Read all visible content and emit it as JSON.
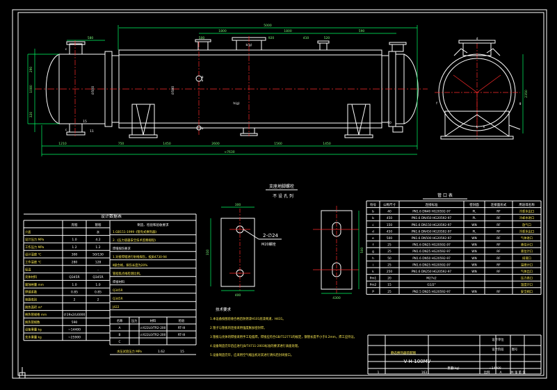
{
  "colors": {
    "background": "#000000",
    "outline": "#ffffff",
    "dimension": "#00ff66",
    "center_line": "#ff2a2a",
    "note_text": "#ffee55"
  },
  "front_view": {
    "dims_top": [
      "5000",
      "1800",
      "1800",
      "580",
      "590",
      "520",
      "920",
      "410",
      "500"
    ],
    "dims_bottom": [
      "1210",
      "750",
      "1450",
      "2600",
      "1560",
      "1450",
      "≈7630"
    ],
    "dims_left": [
      "290",
      "1080",
      "320"
    ],
    "labels_inside": [
      "∅500",
      "∅580",
      "k(g)",
      "g",
      "h(g)",
      "a",
      "b"
    ],
    "end_labels": [
      "c",
      "c",
      "10",
      "11",
      "15"
    ]
  },
  "side_view": {
    "height_dim": "2350",
    "labels": [
      "d",
      "k",
      "h",
      "f",
      "g"
    ]
  },
  "saddle_detail": {
    "title": "支座地脚螺栓",
    "subtitle": "不 设 孔 列",
    "callout_line1": "2-∅24",
    "callout_line2": "M20螺栓",
    "dims": [
      "300",
      "310",
      "400",
      "4300",
      "500"
    ]
  },
  "nozzle_table": {
    "title": "管 口 表",
    "headers": [
      "符号",
      "公称尺寸",
      "连接标准",
      "密封面",
      "连接面形式",
      "用途或名称"
    ],
    "rows": [
      [
        "b",
        "40",
        "PN1.6 DN40 HG20592-97",
        "PL",
        "RF",
        "冷却水出口"
      ],
      [
        "b",
        "450",
        "PN1.6 DN450 HG20592-97",
        "PL",
        "RF",
        "冷却水进口"
      ],
      [
        "c",
        "150",
        "PN1.6 DN150 HG20592-97",
        "WN",
        "RF",
        "放气口"
      ],
      [
        "d",
        "450",
        "PN1.6 DN450 HG20592-97",
        "PL",
        "RF",
        "冷却水出口"
      ],
      [
        "e",
        "500",
        "PN1.6 DN500 HG20592-97",
        "WN",
        "RF",
        "气体进口"
      ],
      [
        "f",
        "25",
        "PN1.6 DN25 HG20592-97",
        "WN",
        "RF",
        "液位计口"
      ],
      [
        "g",
        "25",
        "PN1.6 DN25 HG20592-97",
        "WN",
        "RF",
        "液位计口"
      ],
      [
        "h",
        "50",
        "PN1.6 DN50 HG20592-97",
        "WN",
        "RF",
        "排液口"
      ],
      [
        "i",
        "25",
        "PN1.6 DN25 HG20592-97",
        "WN",
        "RF",
        "温度计口"
      ],
      [
        "k",
        "250",
        "PN1.6 DN250 HG20592-97",
        "WN",
        "RF",
        "气体出口"
      ],
      [
        "Pm1",
        "20",
        "M27x2",
        "",
        "",
        "压力表口"
      ],
      [
        "Pm2",
        "15",
        "G1/2\"",
        "",
        "",
        "温度计口"
      ],
      [
        "P",
        "25",
        "PN2.5 DN25 HG20592-97",
        "WN",
        "RF",
        "安全阀口"
      ]
    ]
  },
  "design_table": {
    "title": "设计数据表",
    "col_headers": [
      "壳程",
      "管程"
    ],
    "rows": [
      [
        "介质",
        "",
        "水"
      ],
      [
        "设计压力 MPa",
        "1.0",
        "4.2"
      ],
      [
        "工作压力 MPa",
        "1.2",
        "1.2"
      ],
      [
        "设计温度 ℃",
        "300",
        "50/130"
      ],
      [
        "工作温度 ℃",
        "280",
        "128"
      ],
      [
        "保温",
        "",
        "-"
      ],
      [
        "壳体材料",
        "Q345R",
        "Q345R"
      ],
      [
        "腐蚀裕量 mm",
        "1.0",
        "1.0"
      ],
      [
        "焊缝系数",
        "0.85",
        "0.85"
      ],
      [
        "容器类别",
        "2",
        "2"
      ],
      [
        "换热面积 m²",
        "",
        ""
      ],
      [
        "换热管规格 mm",
        "∅19x2/L6000",
        ""
      ],
      [
        "换热管根数",
        "590",
        ""
      ],
      [
        "设备重量 kg",
        "~14400",
        ""
      ],
      [
        "充水重量 kg",
        "~25900",
        ""
      ]
    ],
    "right_header": "制造、检验和验收要求",
    "right_lines": [
      "1.GB151-1999《管壳式换热器》",
      "2.《压力容器安全技术监察规程》",
      "焊缝探伤要求",
      "1.对接焊缝进行射线探伤，按JB4730-94",
      "Ⅱ级合格，探伤长度为20%",
      "管程焦点线检测比例。",
      "焊接材料",
      "Q345R",
      "Q345R",
      "J422"
    ],
    "sub_headers": [
      "名称",
      "压力",
      "材料",
      "检验"
    ],
    "sub_rows": [
      [
        "A",
        "",
        "∅X22L0/TR2-200",
        "RT-III"
      ],
      [
        "B",
        "",
        "∅X22L0/TR2-200",
        "RT-III"
      ],
      [
        "C",
        "",
        "",
        ""
      ]
    ],
    "footer": [
      "水压试验压力 MPa",
      "1.62",
      "15"
    ]
  },
  "notes": {
    "title": "技术要求",
    "lines": [
      "1.本设备按图验收合格后防锈漆H101底漆两道、H431。",
      "2.管子与管板的连接采用强度胀加密封焊。",
      "3.管板与壳体的焊接采用手工电弧焊，焊接应符合GB/T12771的规定，钢管长度不小于0.2mm，焊工应持证。",
      "4.设备制造完毕后应进行JB/T4711-2003标准的要求进行表面处理。",
      "5.设备制造完毕，应采用空气缩压机对其进行清扫后封闭接口。"
    ]
  },
  "title_block": {
    "drawing_title": "静态换热器装配图",
    "drawing_number": "V-H-100MV",
    "weight_label": "重量(kg)",
    "weight_value": "~14400",
    "scale_label": "比例",
    "sheet_text": "共 张   第 张",
    "stage": "A",
    "right_labels": [
      "设计单位",
      "设计阶段",
      "图号"
    ],
    "small_nums": [
      "1",
      "163"
    ]
  }
}
